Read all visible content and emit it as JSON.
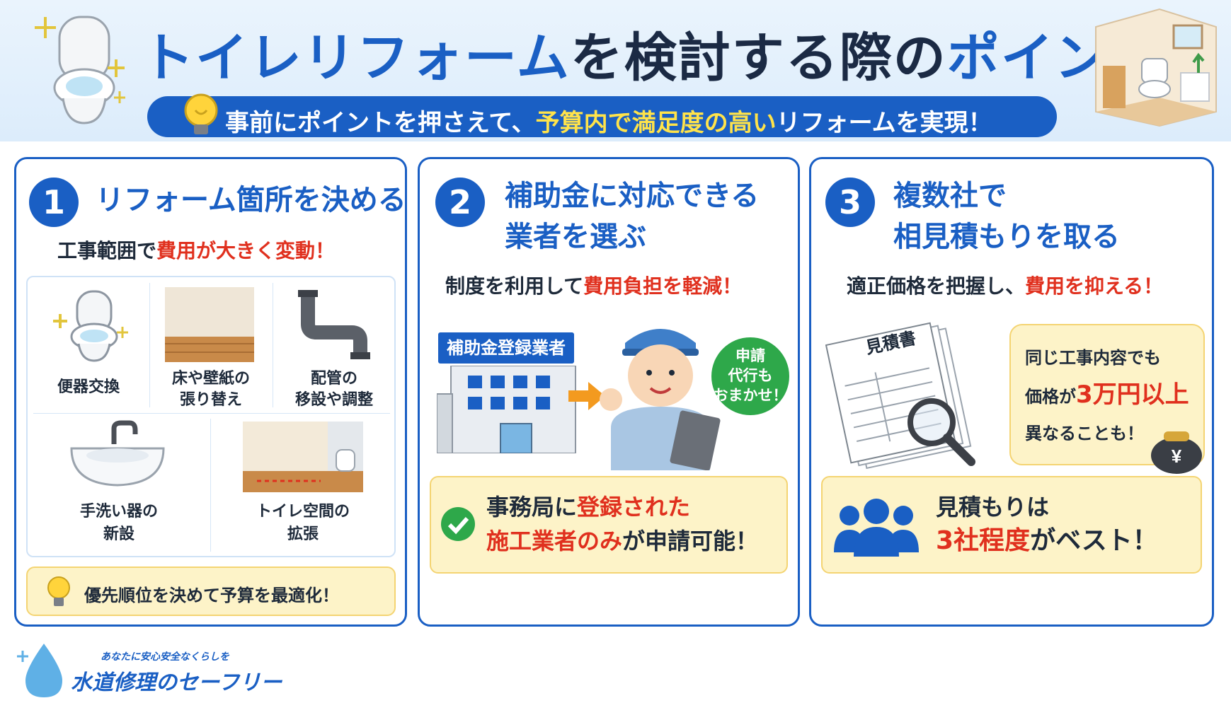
{
  "header": {
    "title_part1": "トイレリフォーム",
    "title_part2": "を検討する際の",
    "title_part3": "ポイント",
    "subtitle_part1": "事前にポイントを押さえて、",
    "subtitle_part2": "予算内で満足度の高い",
    "subtitle_part3": "リフォームを実現！"
  },
  "panels": [
    {
      "number": "1",
      "title_line1": "リフォーム箇所を決める",
      "lead_part1": "工事範囲で",
      "lead_part2": "費用が大きく変動！",
      "items": [
        {
          "label_line1": "便器交換",
          "label_line2": ""
        },
        {
          "label_line1": "床や壁紙の",
          "label_line2": "張り替え"
        },
        {
          "label_line1": "配管の",
          "label_line2": "移設や調整"
        },
        {
          "label_line1": "手洗い器の",
          "label_line2": "新設"
        },
        {
          "label_line1": "トイレ空間の",
          "label_line2": "拡張"
        }
      ],
      "tip": "優先順位を決めて予算を最適化！"
    },
    {
      "number": "2",
      "title_line1": "補助金に対応できる",
      "title_line2": "業者を選ぶ",
      "lead_part1": "制度を利用して",
      "lead_part2": "費用負担を軽減！",
      "sign": "補助金登録業者",
      "speech_line1": "申請",
      "speech_line2": "代行も",
      "speech_line3": "おまかせ！",
      "note_line1_part1": "事務局に",
      "note_line1_part2": "登録された",
      "note_line2_part1": "施工業者のみ",
      "note_line2_part2": "が申請可能！"
    },
    {
      "number": "3",
      "title_line1": "複数社で",
      "title_line2": "相見積もりを取る",
      "lead_part1": "適正価格を把握し、",
      "lead_part2": "費用を抑える！",
      "document_title": "見積書",
      "bubble_line1": "同じ工事内容でも",
      "bubble_line2_part1": "価格が",
      "bubble_line2_part2": "3万円以上",
      "bubble_line3": "異なることも！",
      "yen_symbol": "¥",
      "note_line1": "見積もりは",
      "note_line2_part1": "3社程度",
      "note_line2_part2": "がベスト！"
    }
  ],
  "footer": {
    "tagline": "あなたに安心安全なくらしを",
    "brand": "水道修理のセーフリー"
  },
  "colors": {
    "primary_blue": "#1a5fc4",
    "accent_red": "#e0301e",
    "accent_yellow": "#ffe34a",
    "tip_bg": "#fdf3c8",
    "success_green": "#2ea84a"
  }
}
